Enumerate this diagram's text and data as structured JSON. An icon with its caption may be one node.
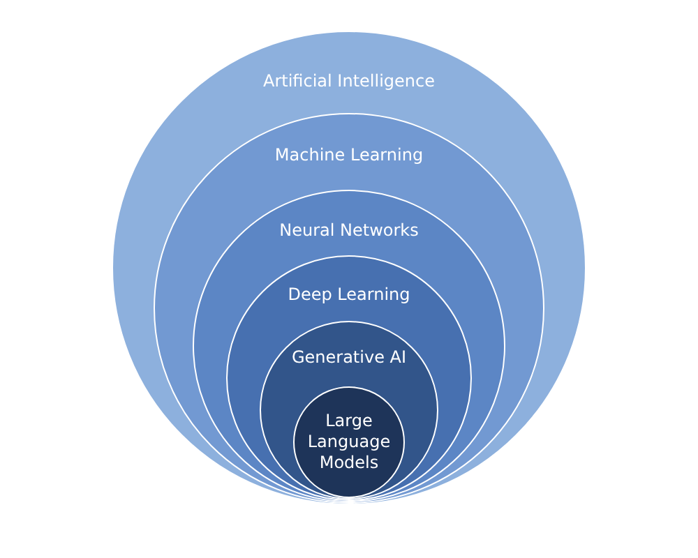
{
  "diagram": {
    "nodes": [
      {
        "text": [
          "Artificial Intelligence"
        ]
      },
      {
        "text": [
          "Machine Learning"
        ],
        "in": 0
      },
      {
        "text": [
          "Neural Networks"
        ],
        "in": 1
      },
      {
        "text": [
          "Deep Learning"
        ],
        "in": 2
      },
      {
        "text": [
          "Generative AI"
        ],
        "in": 3
      },
      {
        "text": [
          "Large Language Models"
        ],
        "in": 4
      }
    ]
  }
}
